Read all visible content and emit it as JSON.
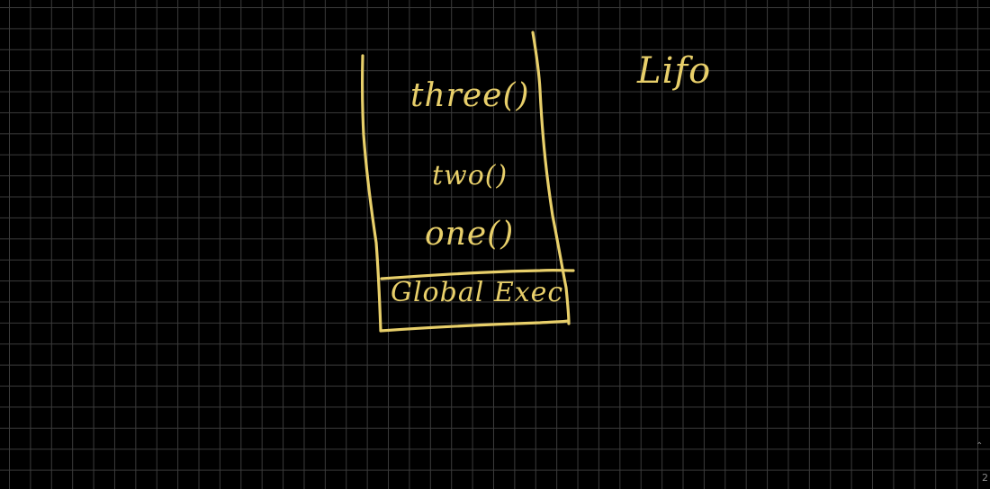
{
  "colors": {
    "background": "#000000",
    "grid": "#3b3b3b",
    "ink": "#e8cf6a"
  },
  "stack": {
    "frames": [
      {
        "label": "three()"
      },
      {
        "label": "two()"
      },
      {
        "label": "one()"
      }
    ],
    "base_label": "Global Exec"
  },
  "note": {
    "text": "Lifo"
  },
  "corner": {
    "chevron_icon": "chevron-up-icon",
    "digit": "2"
  }
}
